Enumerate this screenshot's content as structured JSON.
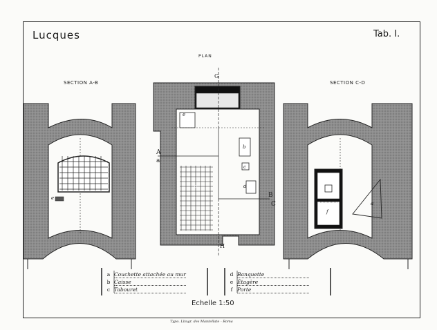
{
  "header": {
    "title": "Lucques",
    "tab": "Tab. I."
  },
  "drawings": {
    "plan_title": "PLAN",
    "section_ab": "SECTION  A-B",
    "section_cd": "SECTION  C-D",
    "cut_letters": {
      "g": "G",
      "h": "H",
      "a_upper": "A",
      "a_lower": "a",
      "b_upper": "B",
      "c_lower": "C"
    },
    "furniture_marks": {
      "a": "a",
      "b": "b",
      "c": "c",
      "d": "d",
      "e": "e",
      "f": "f"
    }
  },
  "legend": {
    "left": [
      {
        "key": "a",
        "label": "Couchette attachée au mur"
      },
      {
        "key": "b",
        "label": "Caisse"
      },
      {
        "key": "c",
        "label": "Tabouret"
      }
    ],
    "right": [
      {
        "key": "d",
        "label": "Banquette"
      },
      {
        "key": "e",
        "label": "Étagère"
      },
      {
        "key": "f",
        "label": "Porte"
      }
    ]
  },
  "scale": "Echelle 1:50",
  "printer": "Typo. Litogr. des Mantellate - Roma"
}
